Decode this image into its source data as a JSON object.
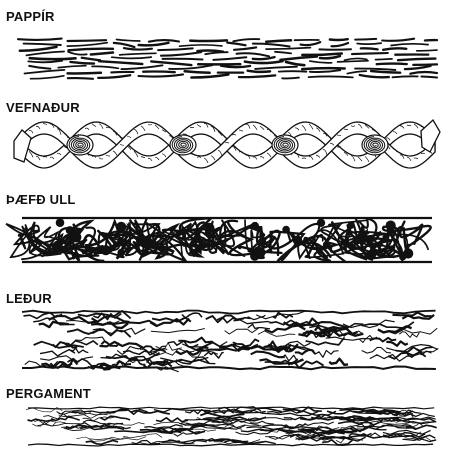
{
  "materials": [
    {
      "label": "PAPPÍR"
    },
    {
      "label": "VEFNAÐUR"
    },
    {
      "label": "ÞÆFÐ ULL"
    },
    {
      "label": "LEÐUR"
    },
    {
      "label": "PERGAMENT"
    }
  ],
  "colors": {
    "ink": "#111111",
    "background": "#ffffff"
  }
}
